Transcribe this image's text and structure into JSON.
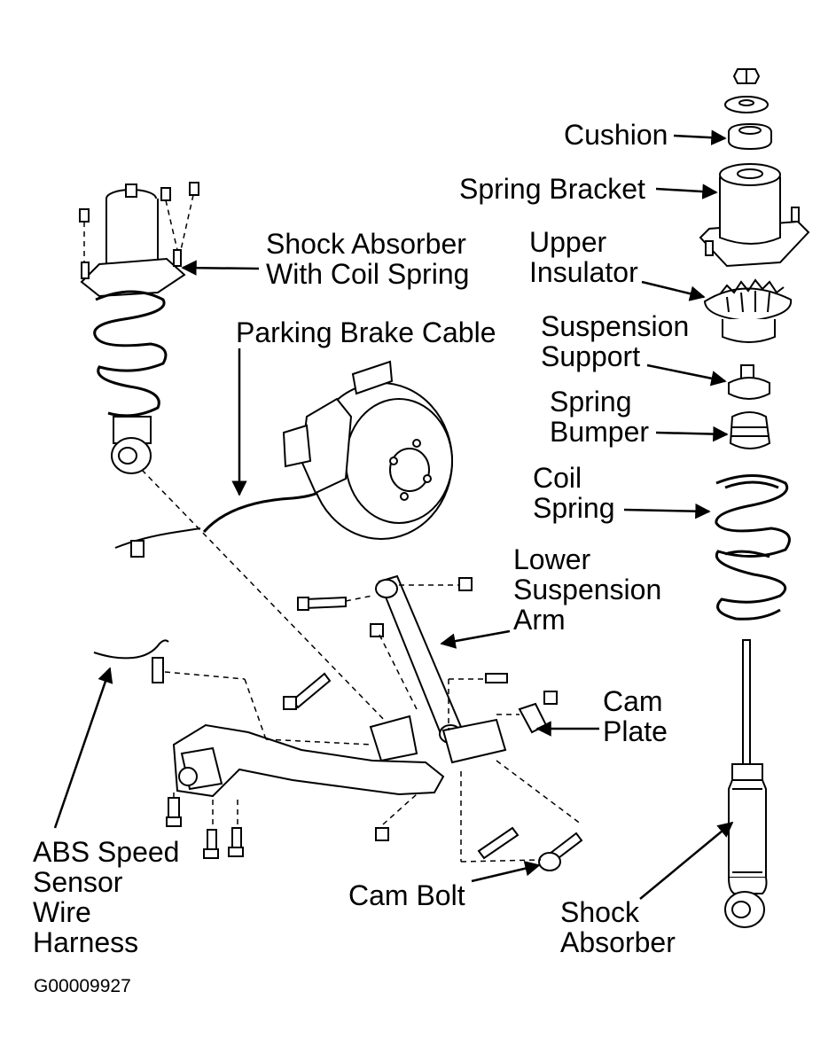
{
  "labels": {
    "cushion": "Cushion",
    "spring_bracket": "Spring Bracket",
    "upper_insulator": "Upper\nInsulator",
    "shock_absorber_with_coil_spring": "Shock Absorber\nWith Coil Spring",
    "parking_brake_cable": "Parking Brake Cable",
    "suspension_support": "Suspension\nSupport",
    "spring_bumper": "Spring\nBumper",
    "coil_spring": "Coil\nSpring",
    "lower_suspension_arm": "Lower\nSuspension\nArm",
    "cam_plate": "Cam\nPlate",
    "abs_speed_sensor_wire_harness": "ABS Speed\nSensor\nWire\nHarness",
    "cam_bolt": "Cam Bolt",
    "shock_absorber": "Shock\nAbsorber"
  },
  "figure_id": "G00009927"
}
